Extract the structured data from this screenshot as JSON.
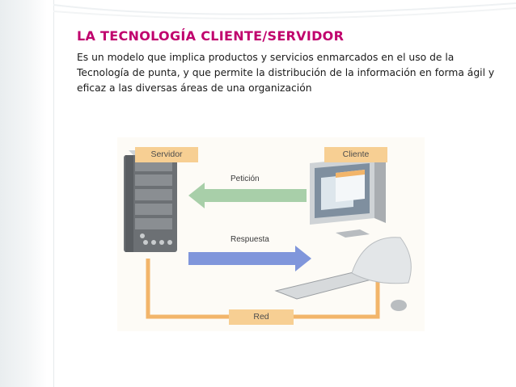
{
  "slide": {
    "title": "LA TECNOLOGÍA CLIENTE/SERVIDOR",
    "body": "Es un modelo que implica productos y servicios enmarcados en el uso de la Tecnología de punta, y que permite la distribución de la información en forma ágil y eficaz a las diversas áreas de una organización"
  },
  "diagram": {
    "server_label": "Servidor",
    "client_label": "Cliente",
    "request_label": "Petición",
    "response_label": "Respuesta",
    "network_label": "Red"
  },
  "colors": {
    "title": "#c0006d",
    "tag": "#f7cf93",
    "network_line": "#f2b56a",
    "request_arrow": "#9fc7a0",
    "response_arrow": "#7f95d8"
  }
}
